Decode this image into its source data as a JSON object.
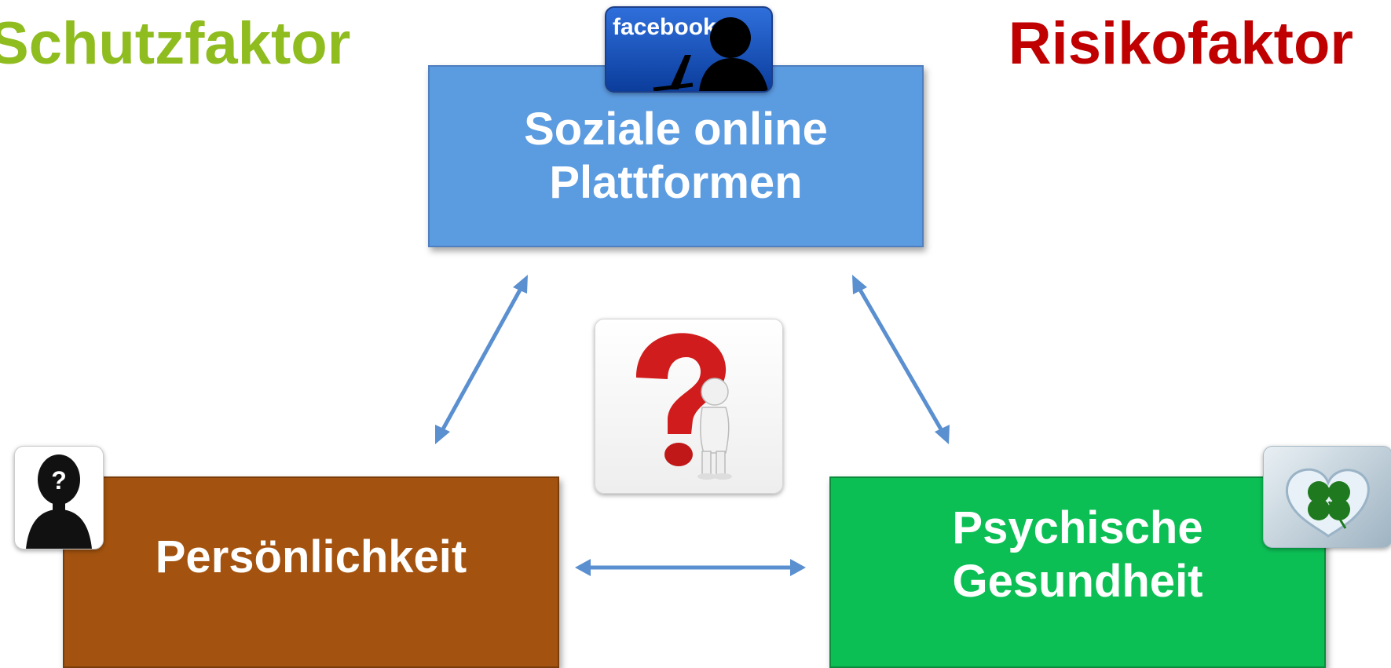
{
  "titles": {
    "left": "Schutzfaktor",
    "right": "Risikofaktor"
  },
  "boxes": {
    "social": {
      "label": "Soziale online\nPlattformen",
      "color": "#5b9be0"
    },
    "personality": {
      "label": "Persönlichkeit",
      "color": "#a3530f"
    },
    "health": {
      "label": "Psychische\nGesundheit",
      "color": "#0cbf55"
    }
  },
  "icons": {
    "facebook": {
      "name": "facebook-user-icon",
      "text": "facebook"
    },
    "person": {
      "name": "unknown-person-icon",
      "text": "?"
    },
    "question": {
      "name": "question-mark-figure-icon"
    },
    "clover": {
      "name": "clover-heart-icon"
    }
  },
  "colors": {
    "schutz": "#8fbc1e",
    "risiko": "#c00000",
    "arrow": "#5a8fd0"
  }
}
